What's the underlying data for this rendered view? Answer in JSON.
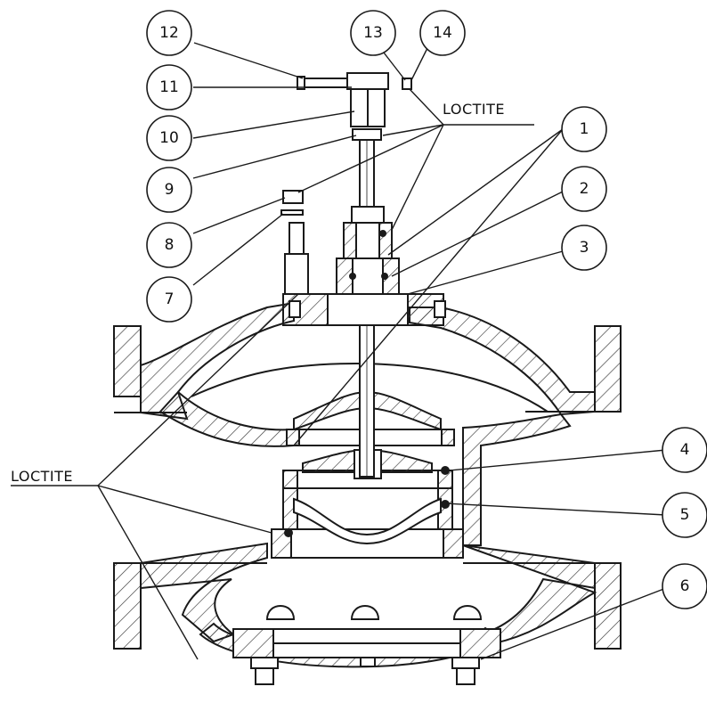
{
  "labels": {
    "loctite_top": "LOCTITE",
    "loctite_left": "LOCTITE"
  },
  "callouts": [
    {
      "number": "1"
    },
    {
      "number": "2"
    },
    {
      "number": "3"
    },
    {
      "number": "4"
    },
    {
      "number": "5"
    },
    {
      "number": "6"
    },
    {
      "number": "7"
    },
    {
      "number": "8"
    },
    {
      "number": "9"
    },
    {
      "number": "10"
    },
    {
      "number": "11"
    },
    {
      "number": "12"
    },
    {
      "number": "13"
    },
    {
      "number": "14"
    }
  ],
  "colors": {
    "line": "#1a1a1a",
    "hatch": "#3a3a3a",
    "background": "#ffffff"
  }
}
